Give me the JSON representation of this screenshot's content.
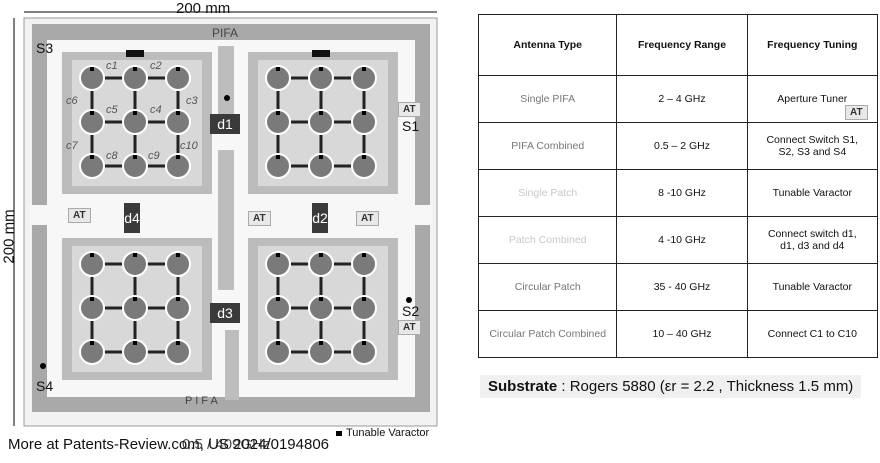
{
  "diagram": {
    "top_dim": "200 mm",
    "left_dim": "200 mm",
    "pifa_label": "PIFA",
    "pifa_bottom_label": "P   I   F   A",
    "switches": [
      "S1",
      "S2",
      "S3",
      "S4"
    ],
    "at_label": "AT",
    "delays": [
      "d1",
      "d2",
      "d3",
      "d4"
    ],
    "cells": [
      "c1",
      "c2",
      "c3",
      "c4",
      "c5",
      "c6",
      "c7",
      "c8",
      "c9",
      "c10"
    ],
    "legend": "Tunable Varactor"
  },
  "table": {
    "headers": [
      "Antenna Type",
      "Frequency Range",
      "Frequency Tuning"
    ],
    "rows": [
      {
        "type": "Single PIFA",
        "range": "2 – 4 GHz",
        "tuning": "Aperture Tuner",
        "faint": false
      },
      {
        "type": "PIFA Combined",
        "range": "0.5 – 2 GHz",
        "tuning": "Connect Switch S1, S2, S3 and S4",
        "faint": false
      },
      {
        "type": "Single Patch",
        "range": "8 -10 GHz",
        "tuning": "Tunable Varactor",
        "faint": true
      },
      {
        "type": "Patch Combined",
        "range": "4 -10 GHz",
        "tuning": "Connect switch d1, d1, d3 and d4",
        "faint": true
      },
      {
        "type": "Circular Patch",
        "range": "35 - 40 GHz",
        "tuning": "Tunable Varactor",
        "faint": false
      },
      {
        "type": "Circular Patch Combined",
        "range": "10 – 40 GHz",
        "tuning": "Connect C1 to C10",
        "faint": false
      }
    ],
    "overlay_at": "AT"
  },
  "substrate": {
    "label": "Substrate",
    "text": ": Rogers 5880 (εr = 2.2 , Thickness 1.5 mm)"
  },
  "footer": "More at Patents-Review.com, US 2024/0194806",
  "footer_overlap": "0.5 / 409GHz"
}
